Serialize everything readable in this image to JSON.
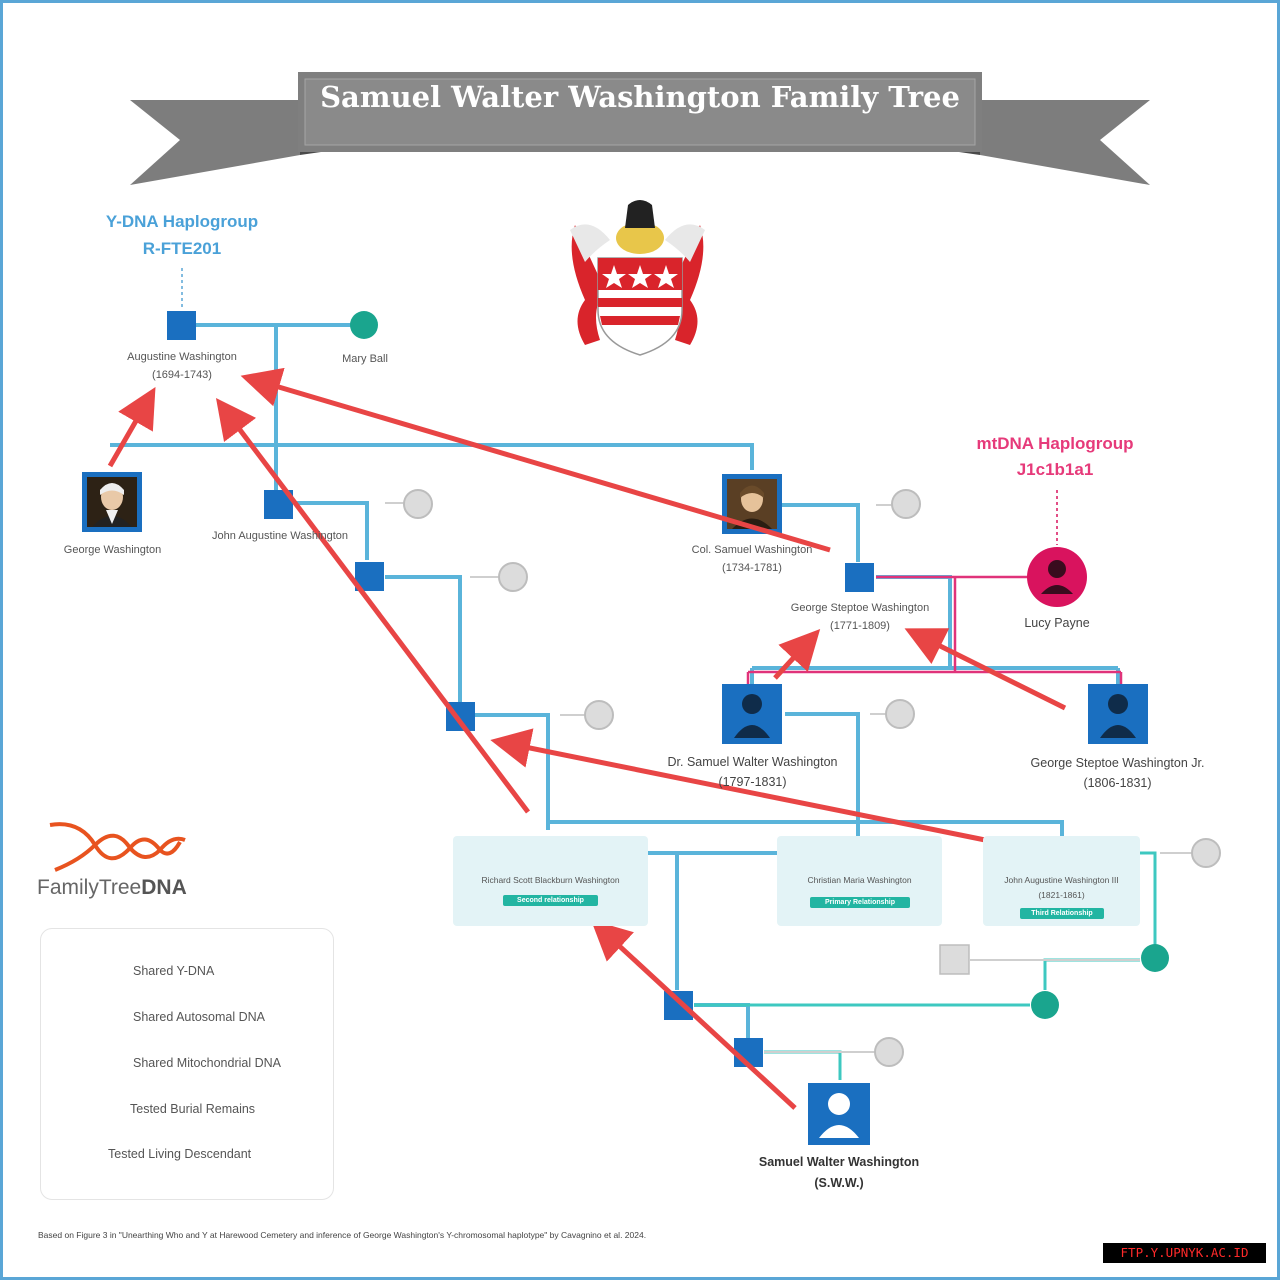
{
  "title": "Samuel Walter Washington Family Tree",
  "ydna": {
    "heading": "Y-DNA Haplogroup",
    "value": "R-FTE201"
  },
  "mtdna": {
    "heading": "mtDNA Haplogroup",
    "value": "J1c1b1a1"
  },
  "people": {
    "augustine": {
      "name": "Augustine Washington",
      "dates": "(1694-1743)"
    },
    "mary": {
      "name": "Mary Ball"
    },
    "george": {
      "name": "George Washington"
    },
    "john_augustine": {
      "name": "John Augustine Washington"
    },
    "col_samuel": {
      "name": "Col. Samuel Washington",
      "dates": "(1734-1781)"
    },
    "george_steptoe": {
      "name": "George Steptoe Washington",
      "dates": "(1771-1809)"
    },
    "lucy": {
      "name": "Lucy Payne"
    },
    "dr_samuel": {
      "name": "Dr. Samuel Walter Washington",
      "dates": "(1797-1831)"
    },
    "george_steptoe_jr": {
      "name": "George Steptoe Washington Jr.",
      "dates": "(1806-1831)"
    },
    "richard": {
      "name": "Richard Scott Blackburn Washington",
      "badge": "Second relationship"
    },
    "christian": {
      "name": "Christian Maria Washington",
      "badge": "Primary Relationship"
    },
    "john_augustine_iii": {
      "name": "John Augustine Washington III",
      "dates": "(1821-1861)",
      "badge": "Third Relationship"
    },
    "sww": {
      "name": "Samuel Walter Washington",
      "abbr": "(S.W.W.)"
    }
  },
  "brand": {
    "part1": "FamilyTree",
    "part2": "DNA"
  },
  "legend": {
    "items": [
      {
        "label": "Shared Y-DNA",
        "icon": "blue-square-icon"
      },
      {
        "label": "Shared Autosomal DNA",
        "icon": "teal-circle-icon"
      },
      {
        "label": "Shared Mitochondrial DNA",
        "icon": "magenta-circle-icon"
      },
      {
        "label": "Tested Burial Remains",
        "icon": "burial-remains-icon"
      },
      {
        "label": "Tested Living Descendant",
        "icon": "living-descendant-icon"
      }
    ]
  },
  "footnote": "Based on Figure 3 in \"Unearthing Who and Y at Harewood Cemetery and inference of George Washington's Y-chromosomal haplotype\" by Cavagnino et al. 2024.",
  "watermark": "FTP.Y.UPNYK.AC.ID",
  "colors": {
    "ydna": "#1a6fc0",
    "line_blue": "#5ab4da",
    "autosomal": "#1aa58e",
    "mito": "#d9135e",
    "arrow": "#e84545",
    "unknown": "#d8d8d8"
  }
}
